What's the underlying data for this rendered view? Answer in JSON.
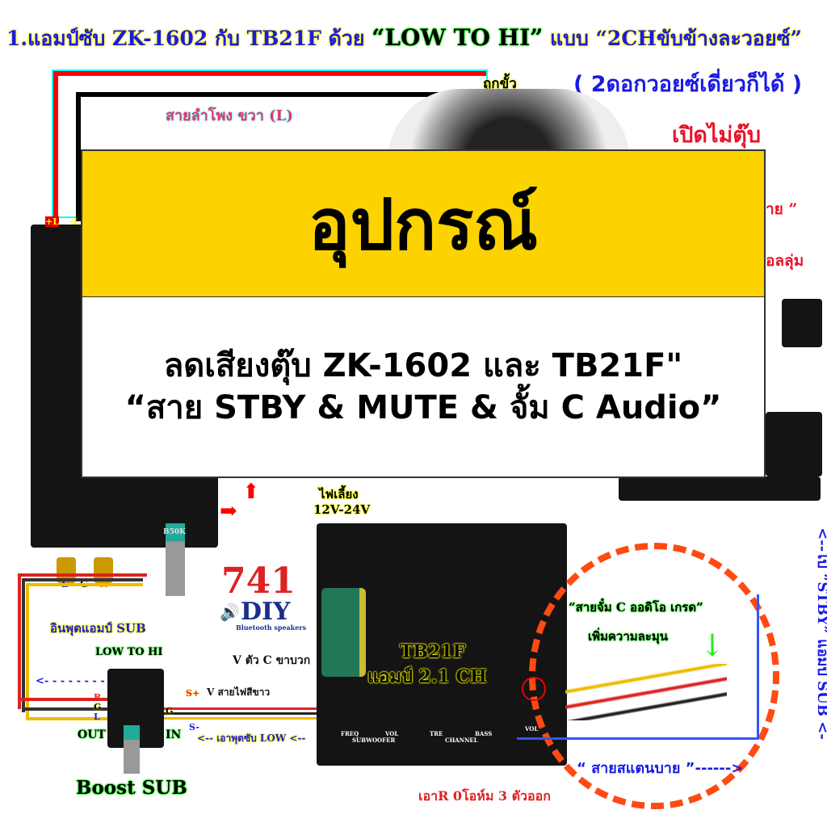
{
  "header": {
    "title_part1": "1.แอมป์ซับ ZK-1602 กับ TB21F ด้วย",
    "title_highlight": "“LOW TO HI”",
    "title_part2": "แบบ “2CHขับข้างละวอยซ์”",
    "subtitle": "( 2ดอกวอยซ์เดี่ยวก็ได้ )"
  },
  "labels": {
    "polarity": "ถูกขั้ว",
    "speaker_wire_right": "สายลำโพง ขวา (L)",
    "no_pop": "เปิดไม่ตุ๊บ",
    "partial_1": "าย ”",
    "partial_2": "อลลุ่ม",
    "power": "ไฟเลี้ยง",
    "power_voltage": "12V-24V",
    "lgr": [
      "L",
      "G",
      "R"
    ],
    "plus_l": "+L",
    "minus_l": "-L",
    "b50k": "B50K"
  },
  "logo": {
    "number": "741",
    "brand": "DIY",
    "tagline": "Bluetooth speakers"
  },
  "booster": {
    "input_label": "อินพุตแอมป์ SUB",
    "mode": "LOW TO HI",
    "out": "OUT",
    "in": "IN",
    "pins_left": [
      "R",
      "G",
      "L"
    ],
    "s_plus": "S+",
    "s_minus": "S-",
    "g": "G",
    "name": "Boost SUB",
    "cap_plus": "V ตัว C ขาบวก",
    "white_wire": "V สายไฟสีขาว",
    "low_out": "<-- เอาพุตซับ LOW <--"
  },
  "tb21f": {
    "name": "TB21F",
    "desc": "แอมป์ 2.1 CH",
    "ports": [
      "FREQ",
      "VOL",
      "TRE",
      "CHANNEL",
      "BASS",
      "VOL"
    ],
    "sub_label": "SUBWOOFER"
  },
  "cap_cable": {
    "title": "“สายจั๋ม C ออดิโอ เกรด”",
    "subtitle": "เพิ่มความละมุน"
  },
  "standby": {
    "label": "“ สายสแตนบาย ”------>",
    "vertical": "<--ไป “STBY” แอมป์ SUB <-",
    "resistor_note": "เอาR 0โอห์ม 3 ตัวออก"
  },
  "overlay": {
    "title": "อุปกรณ์",
    "line1": "ลดเสียงตุ๊บ ZK-1602 และ TB21F\"",
    "line2": "“สาย STBY & MUTE & จั้ม C Audio”"
  },
  "colors": {
    "overlay_yellow": "#fcd200",
    "accent_blue": "#1a1ae6",
    "accent_red": "#e8132b",
    "dashed_orange": "#ff4a12"
  }
}
